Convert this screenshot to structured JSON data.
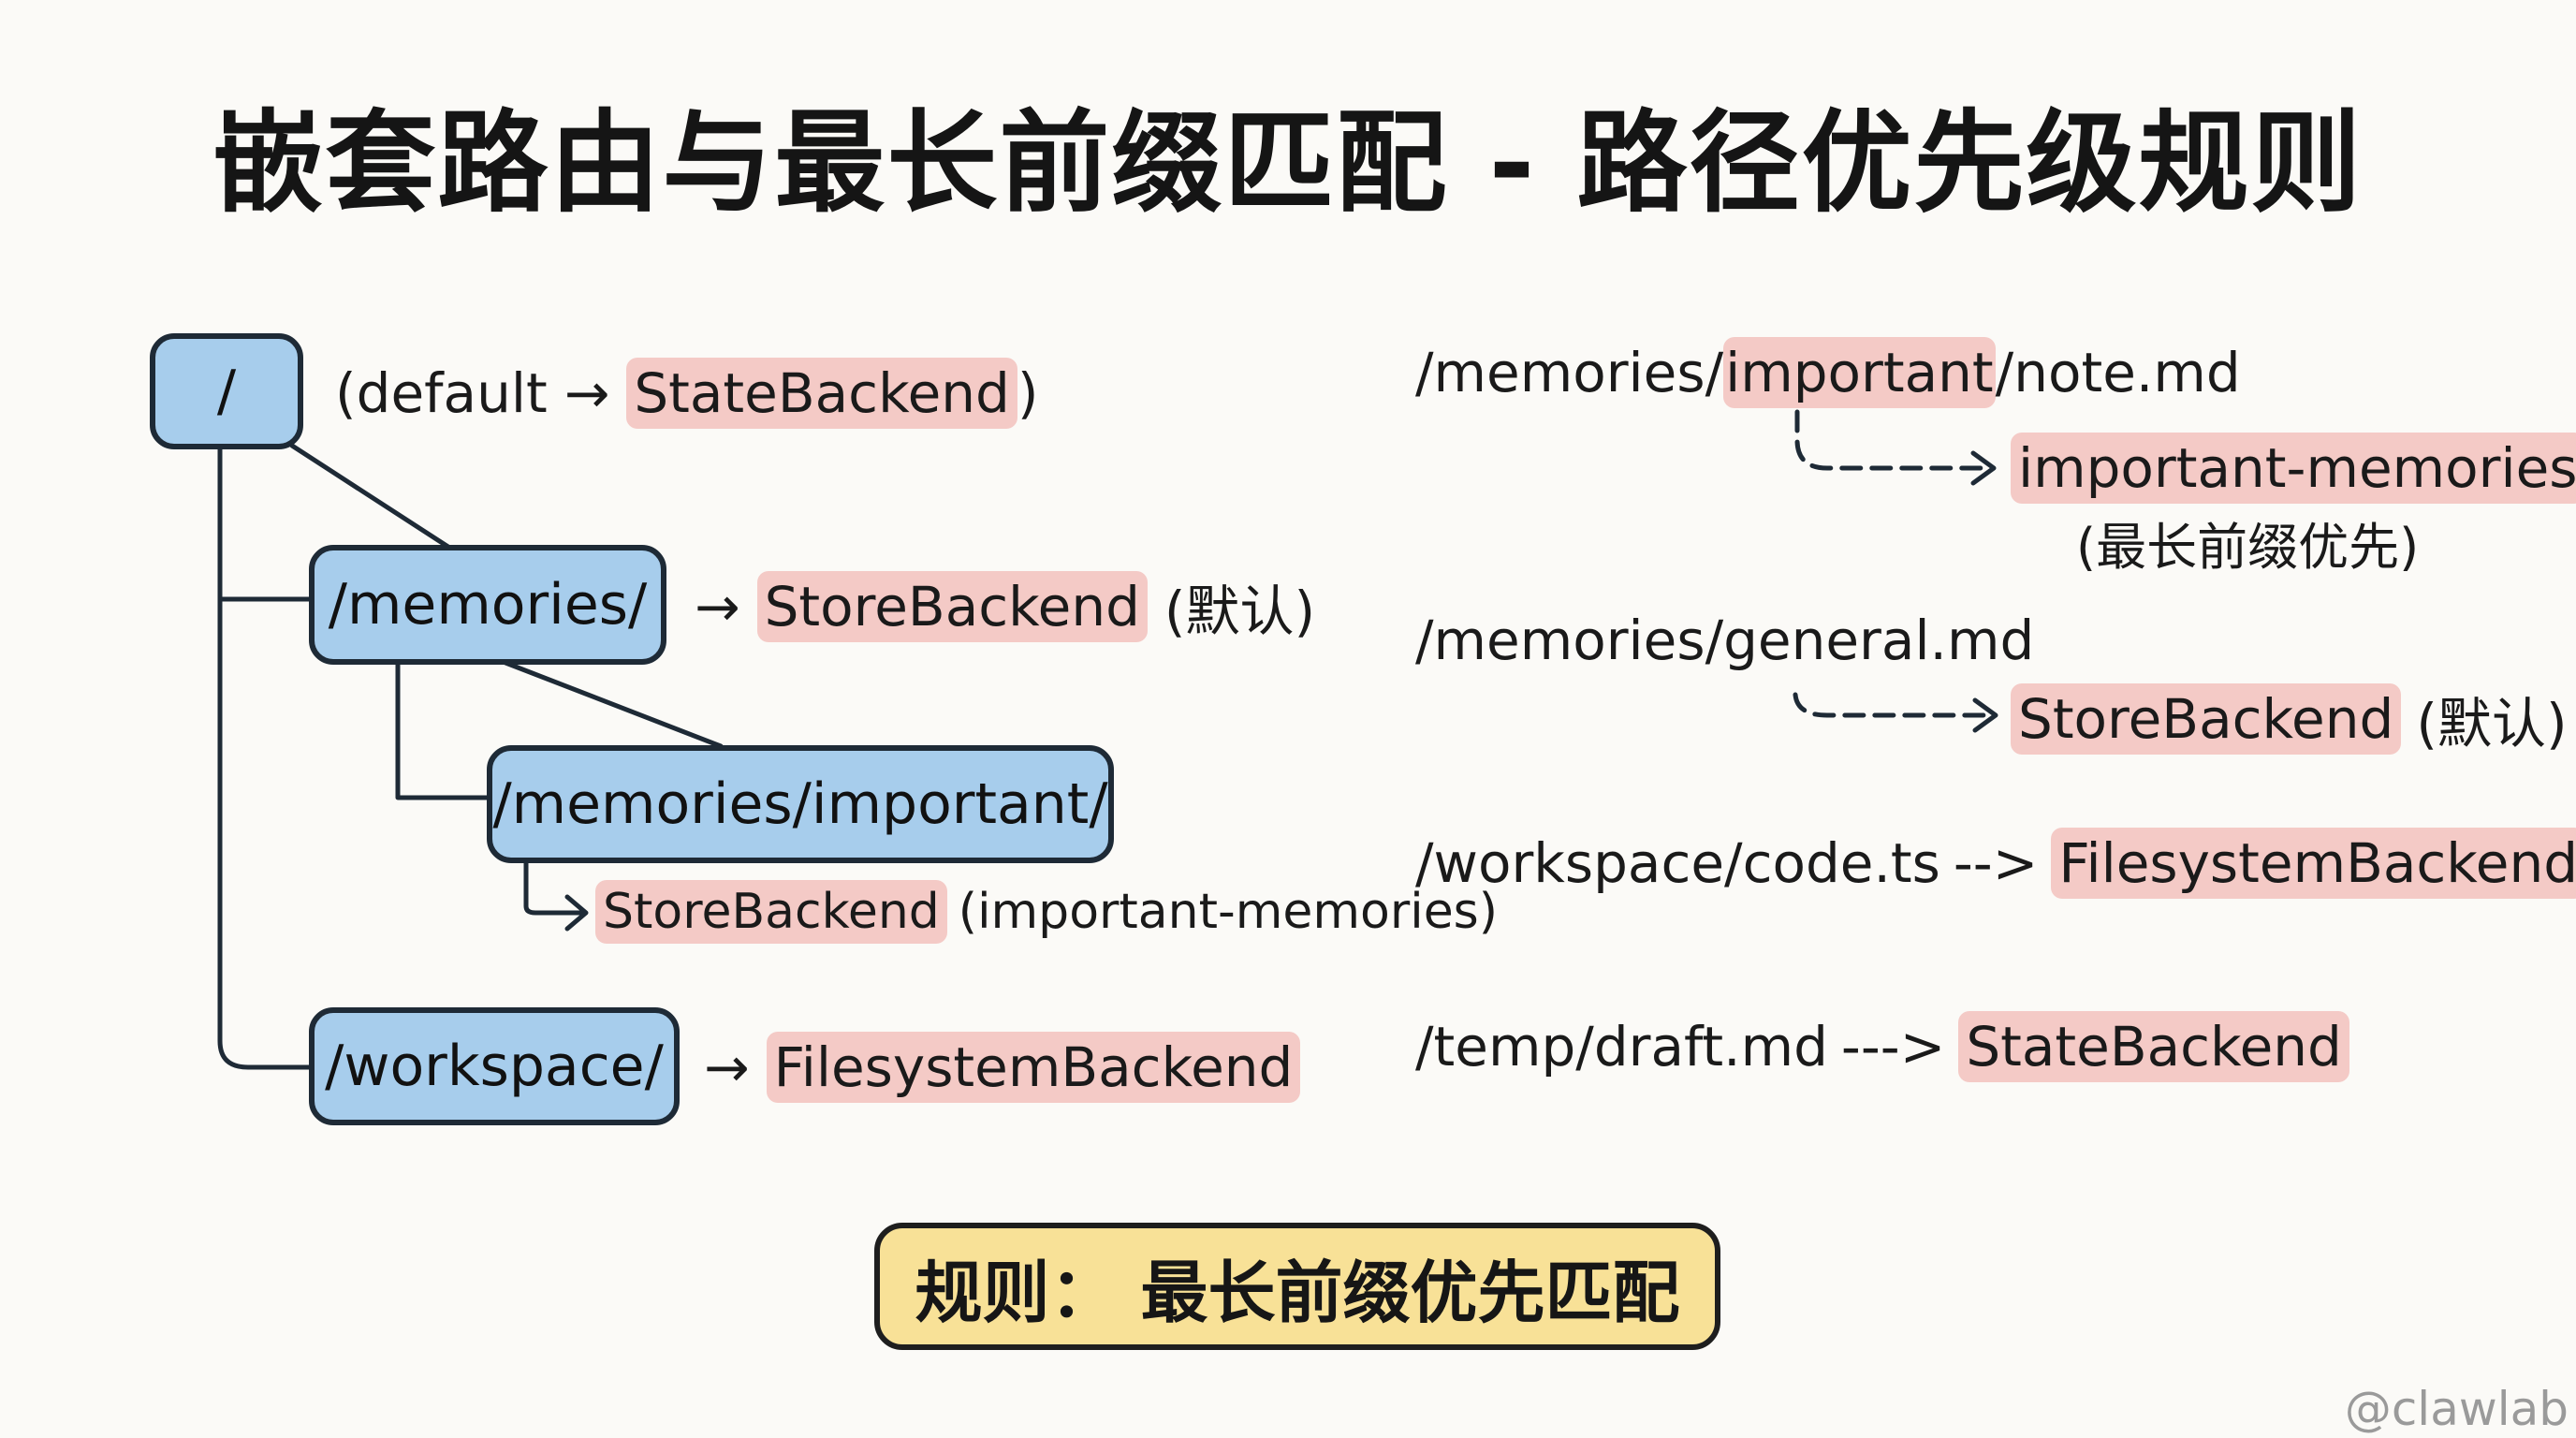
{
  "title": "嵌套路由与最长前缀匹配 - 路径优先级规则",
  "tree": {
    "root": {
      "path": "/",
      "note_prefix": "(default",
      "arrow": "→",
      "backend": "StateBackend",
      "note_suffix": ")"
    },
    "memories": {
      "path": "/memories/",
      "arrow": "→",
      "backend": "StoreBackend",
      "note": "(默认)"
    },
    "important": {
      "path": "/memories/important/",
      "arrow": "↳",
      "backend": "StoreBackend",
      "note": "(important-memories)"
    },
    "workspace": {
      "path": "/workspace/",
      "arrow": "→",
      "backend": "FilesystemBackend"
    }
  },
  "examples": {
    "ex1": {
      "path_prefix": "/memories/",
      "path_match": "important",
      "path_suffix": "/note.md",
      "arrow": "------>",
      "backend": "important-memories",
      "note": "(最长前缀优先)"
    },
    "ex2": {
      "path": "/memories/general.md",
      "arrow": "------>",
      "backend": "StoreBackend",
      "note": "(默认)"
    },
    "ex3": {
      "path": "/workspace/code.ts",
      "arrow": "-->",
      "backend": "FilesystemBackend"
    },
    "ex4": {
      "path": "/temp/draft.md",
      "arrow": "--->",
      "backend": "StateBackend"
    }
  },
  "rule": "规则：  最长前缀优先匹配",
  "watermark": "@clawlab",
  "colors": {
    "node_fill": "#a7cdec",
    "highlight": "#f4cac6",
    "rule_fill": "#f8e197",
    "ink": "#1e2a36"
  }
}
